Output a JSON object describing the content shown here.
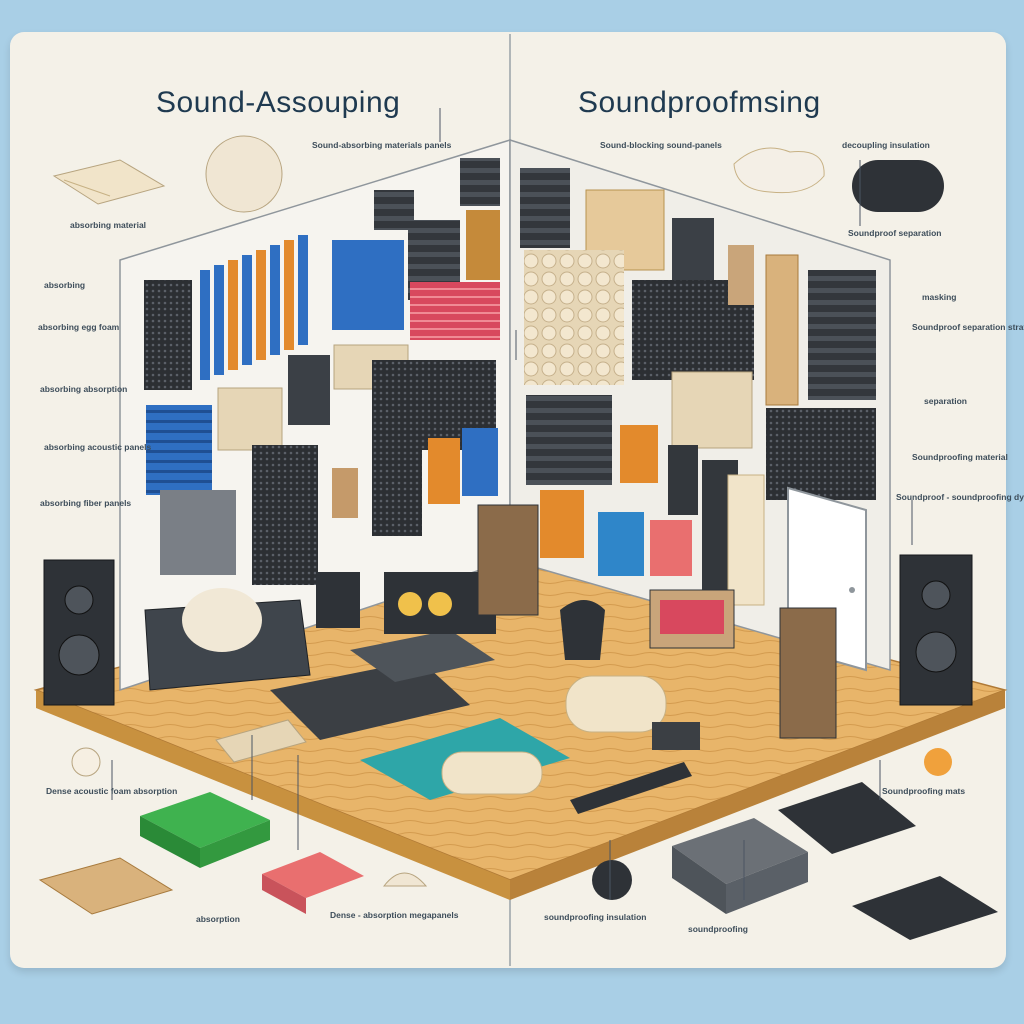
{
  "titles": {
    "left": "Sound-Assouping",
    "right": "Soundproofmsing"
  },
  "colors": {
    "background": "#a9cfe6",
    "card": "#f4f1e8",
    "title": "#1f3a50",
    "floor": "#e8b56a",
    "wall": "#f6f4ef",
    "foam_black": "#2c2f33",
    "foam_blue": "#2f6fc2",
    "foam_orange": "#e38a2c",
    "foam_red": "#d8485e",
    "foam_green": "#3fb24f",
    "foam_pink": "#e96f6f",
    "foam_beige": "#e6d6b6"
  },
  "left_labels": {
    "top_center": "Sound-absorbing materials panels",
    "top_left": "absorbing material",
    "side_1": "absorbing",
    "side_2": "absorbing egg foam",
    "side_3": "absorbing absorption",
    "side_4": "absorbing acoustic panels",
    "side_5": "absorbing fiber panels",
    "bottom_left": "Dense acoustic foam absorption",
    "bottom_mid_1": "absorption",
    "bottom_mid_2": "Dense - absorption megapanels"
  },
  "right_labels": {
    "top_center": "Sound-blocking sound-panels",
    "top_right": "decoupling insulation",
    "side_1": "Soundproof separation",
    "side_2": "masking",
    "side_3": "Soundproof separation strategy",
    "side_4": "separation",
    "side_5": "Soundproofing material",
    "side_6": "Soundproof - soundproofing dye",
    "bottom_right": "Soundproofing mats",
    "bottom_mid_1": "soundproofing insulation",
    "bottom_mid_2": "soundproofing"
  }
}
